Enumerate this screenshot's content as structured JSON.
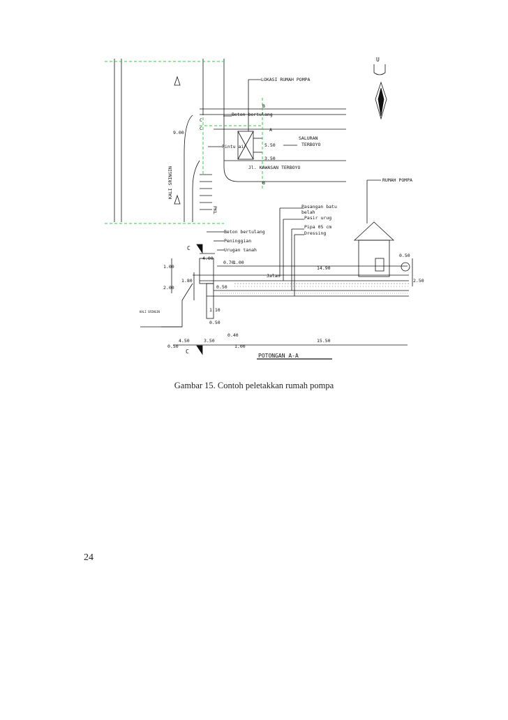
{
  "figure": {
    "north": "U",
    "plan": {
      "lokasi": "LOKASI RUMAH POMPA",
      "b1": "B",
      "beton": "Beton bertulang",
      "c1": "C",
      "c2": "C",
      "a1": "A",
      "dim_900": "9.00",
      "dim_550": "5.50",
      "dim_350": "3.50",
      "pintu": "Pintu air",
      "saluran1": "SALURAN",
      "saluran2": "TERBOYO",
      "jalan": "Jl. KAWASAN TERBOYO",
      "b2": "B",
      "kali": "KALI SRINGIN",
      "pkl": "PKL"
    },
    "section": {
      "rumah": "RUMAH POMPA",
      "pasangan1": "Pasangan batu",
      "pasangan2": "belah",
      "urug": "Pasir urug",
      "pipa": "Pipa 05 cm",
      "dressing": "Dressing",
      "beton": "Beton bertulang",
      "peninggian": "Peninggian",
      "urugan": "Urugan tanah",
      "c_top": "C",
      "c_bottom": "C",
      "d_400": "4.00",
      "d_070": "0.70",
      "d_100a": "1.00",
      "d_1490": "14.90",
      "d_050a": "0.50",
      "d_250": "2.50",
      "d_100b": "1.00",
      "d_180": "1.80",
      "d_200": "2.00",
      "d_050b": "0.50",
      "jalan": "Jalan",
      "d_110": "1.10",
      "d_050c": "0.50",
      "kali": "KALI SRINGIN",
      "d_040": "0.40",
      "d_450": "4.50",
      "d_350": "3.50",
      "d_1550": "15.50",
      "d_050d": "0.50",
      "d_100c": "1.00",
      "title": "POTONGAN A-A"
    }
  },
  "caption": "Gambar 15. Contoh peletakkan rumah pompa",
  "page_number": "24"
}
